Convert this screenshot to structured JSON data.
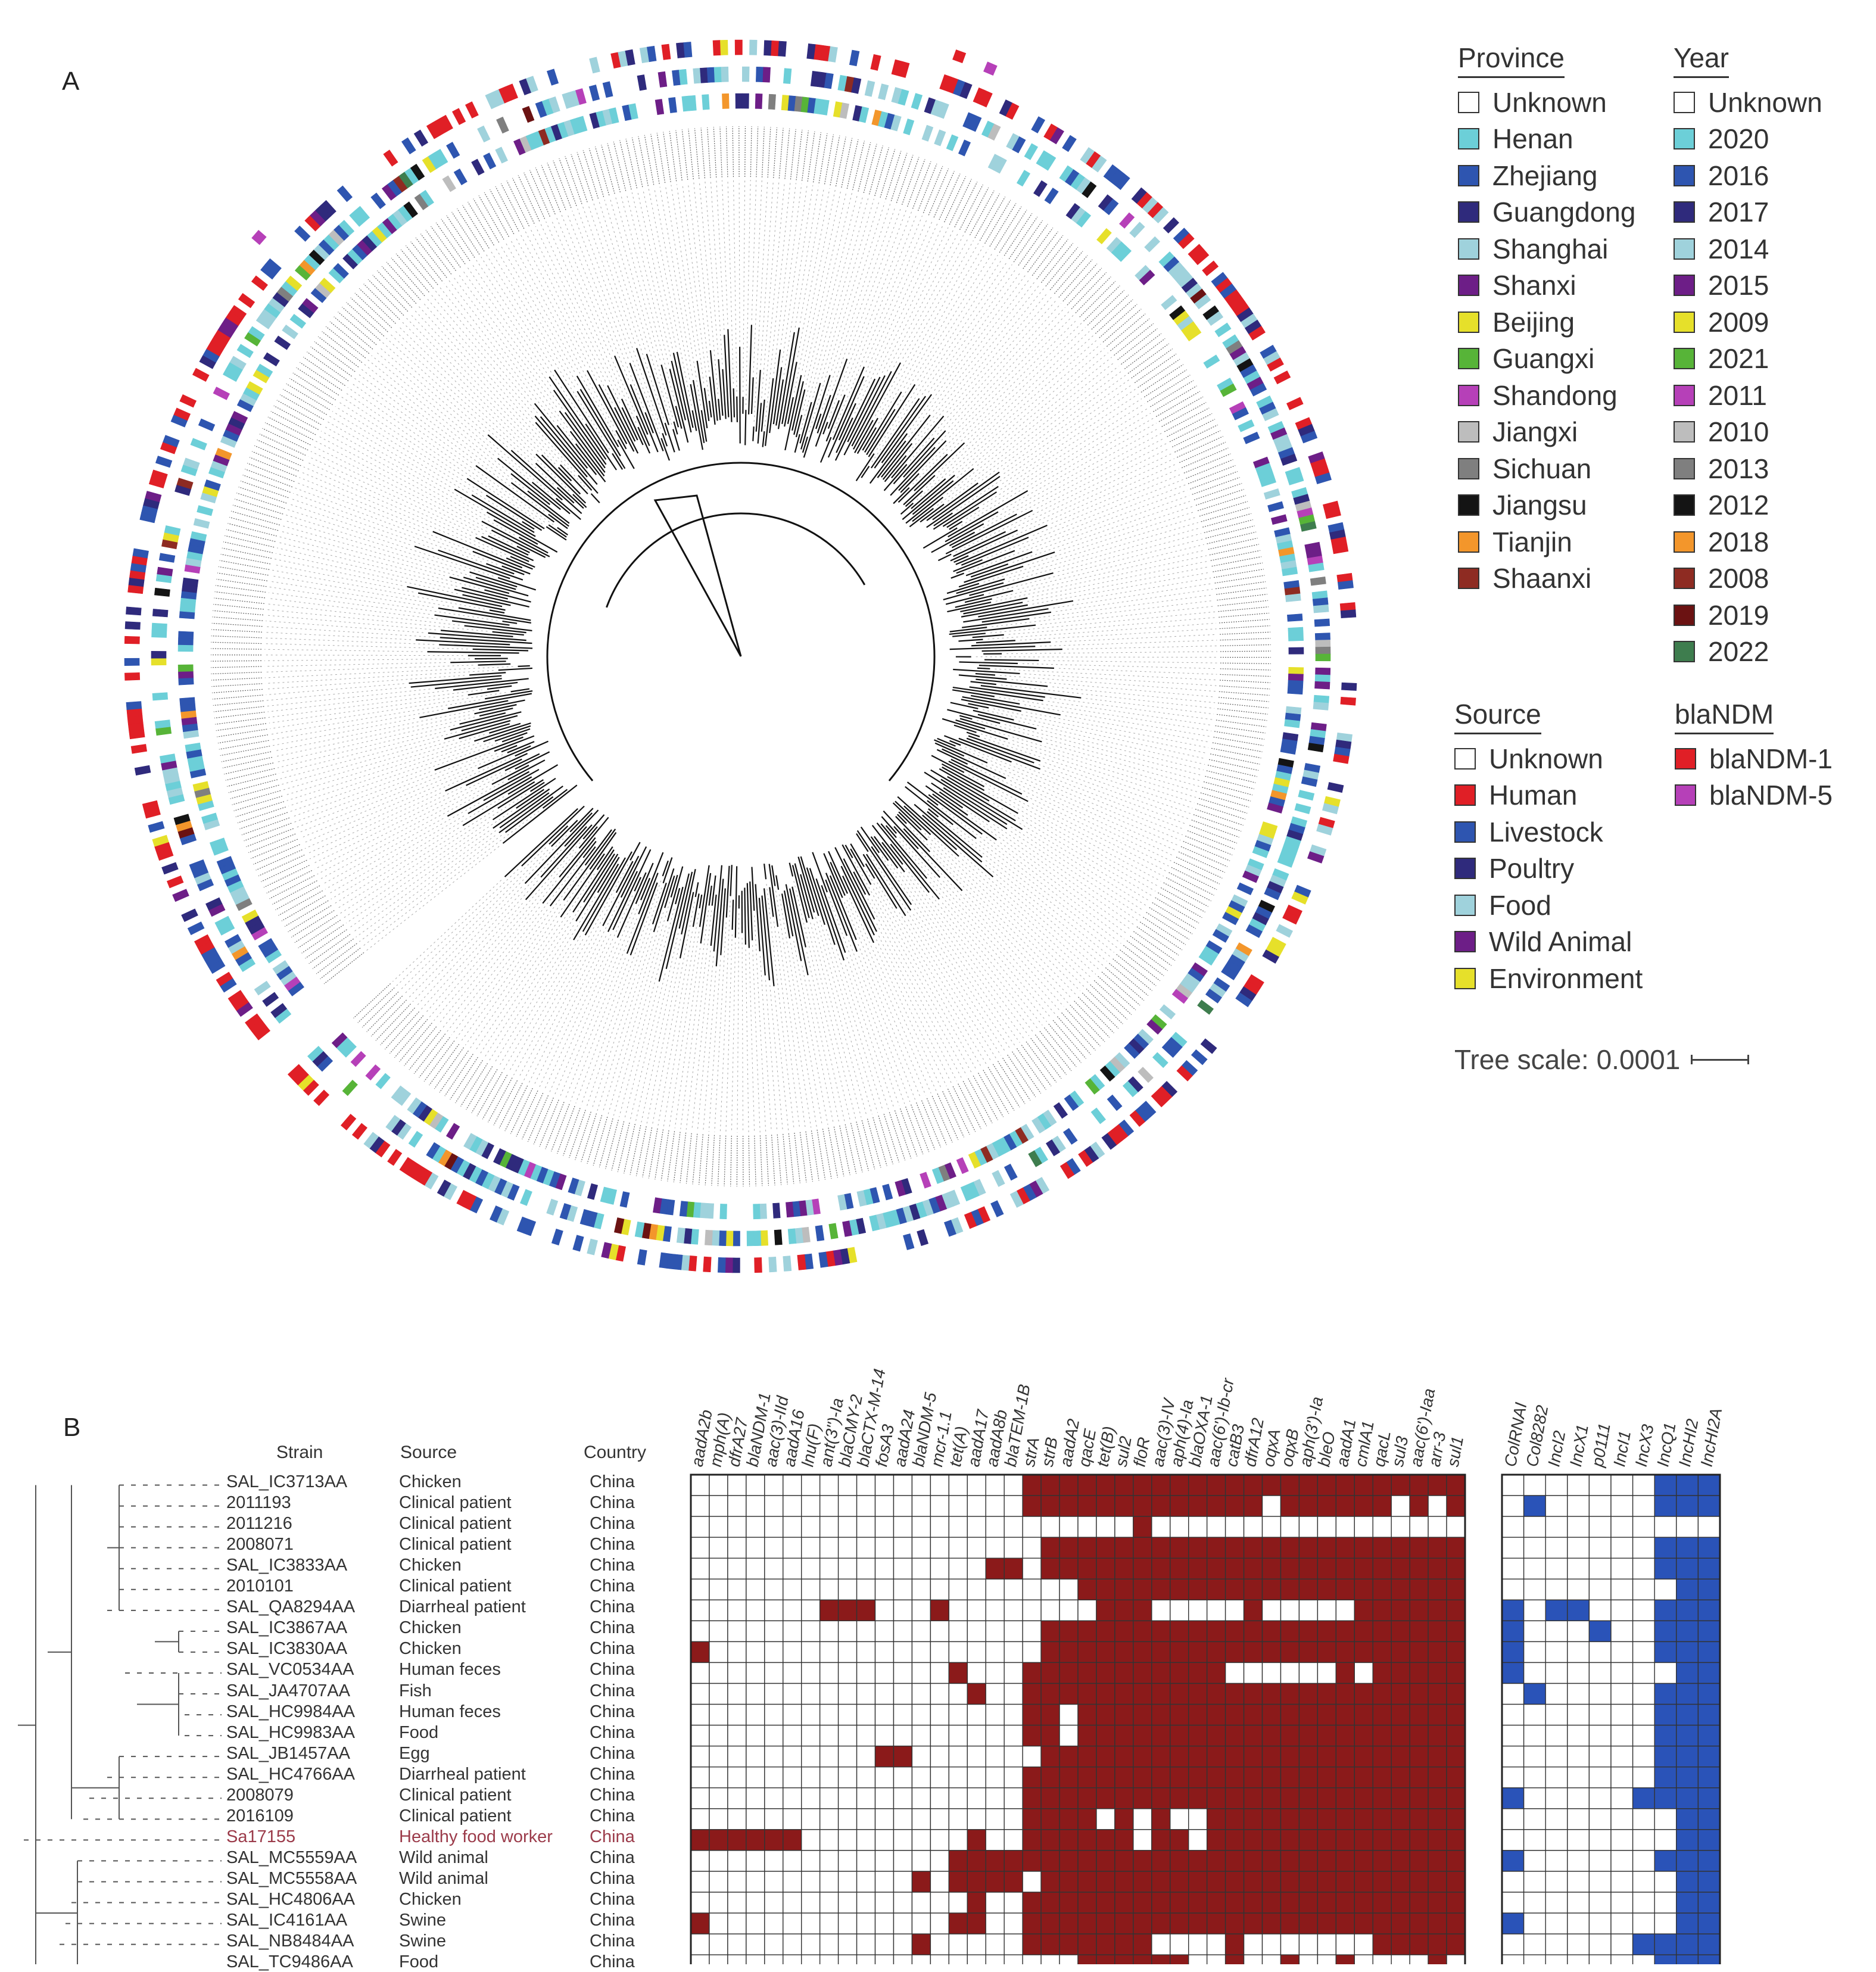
{
  "panels": {
    "a": "A",
    "b": "B"
  },
  "colors": {
    "resistant": "#8b1a1a",
    "plasmid": "#2a53b8",
    "human": "#e01f26",
    "highlight": "#9b3b4a"
  },
  "legend": {
    "province": {
      "title": "Province",
      "items": [
        {
          "label": "Unknown",
          "color": "#ffffff"
        },
        {
          "label": "Henan",
          "color": "#6ccfd8"
        },
        {
          "label": "Zhejiang",
          "color": "#2e55b0"
        },
        {
          "label": "Guangdong",
          "color": "#2f2a7c"
        },
        {
          "label": "Shanghai",
          "color": "#9fd2dc"
        },
        {
          "label": "Shanxi",
          "color": "#6d1e87"
        },
        {
          "label": "Beijing",
          "color": "#e6e02a"
        },
        {
          "label": "Guangxi",
          "color": "#57b438"
        },
        {
          "label": "Shandong",
          "color": "#b640b8"
        },
        {
          "label": "Jiangxi",
          "color": "#bdbdbd"
        },
        {
          "label": "Sichuan",
          "color": "#7f7f7f"
        },
        {
          "label": "Jiangsu",
          "color": "#141414"
        },
        {
          "label": "Tianjin",
          "color": "#f3962b"
        },
        {
          "label": "Shaanxi",
          "color": "#8e2b22"
        }
      ]
    },
    "year": {
      "title": "Year",
      "items": [
        {
          "label": "Unknown",
          "color": "#ffffff"
        },
        {
          "label": "2020",
          "color": "#6ccfd8"
        },
        {
          "label": "2016",
          "color": "#2e55b0"
        },
        {
          "label": "2017",
          "color": "#2f2a7c"
        },
        {
          "label": "2014",
          "color": "#9fd2dc"
        },
        {
          "label": "2015",
          "color": "#6d1e87"
        },
        {
          "label": "2009",
          "color": "#e6e02a"
        },
        {
          "label": "2021",
          "color": "#57b438"
        },
        {
          "label": "2011",
          "color": "#b640b8"
        },
        {
          "label": "2010",
          "color": "#bdbdbd"
        },
        {
          "label": "2013",
          "color": "#7f7f7f"
        },
        {
          "label": "2012",
          "color": "#141414"
        },
        {
          "label": "2018",
          "color": "#f3962b"
        },
        {
          "label": "2008",
          "color": "#8e2b22"
        },
        {
          "label": "2019",
          "color": "#6b1212"
        },
        {
          "label": "2022",
          "color": "#3e7d4e"
        }
      ]
    },
    "source": {
      "title": "Source",
      "items": [
        {
          "label": "Unknown",
          "color": "#ffffff"
        },
        {
          "label": "Human",
          "color": "#e01f26"
        },
        {
          "label": "Livestock",
          "color": "#2e55b0"
        },
        {
          "label": "Poultry",
          "color": "#2f2a7c"
        },
        {
          "label": "Food",
          "color": "#9fd2dc"
        },
        {
          "label": "Wild Animal",
          "color": "#6d1e87"
        },
        {
          "label": "Environment",
          "color": "#e6e02a"
        }
      ]
    },
    "blandm": {
      "title": "blaNDM",
      "items": [
        {
          "label": "blaNDM-1",
          "color": "#e01f26"
        },
        {
          "label": "blaNDM-5",
          "color": "#b640b8"
        }
      ]
    }
  },
  "tree_scale": "Tree scale: 0.0001",
  "panel_b": {
    "headers": {
      "strain": "Strain",
      "source": "Source",
      "country": "Country"
    },
    "genes": [
      "aadA2b",
      "mph(A)",
      "dfrA27",
      "blaNDM-1",
      "aac(3)-IId",
      "aadA16",
      "lnu(F)",
      "ant(3'')-Ia",
      "blaCMY-2",
      "blaCTX-M-14",
      "fosA3",
      "aadA24",
      "blaNDM-5",
      "mcr-1.1",
      "tet(A)",
      "aadA17",
      "aadA8b",
      "blaTEM-1B",
      "strA",
      "strB",
      "aadA2",
      "qacE",
      "tet(B)",
      "sul2",
      "floR",
      "aac(3)-IV",
      "aph(4)-Ia",
      "blaOXA-1",
      "aac(6')-Ib-cr",
      "catB3",
      "dfrA12",
      "oqxA",
      "oqxB",
      "aph(3')-Ia",
      "bleO",
      "aadA1",
      "cmlA1",
      "qacL",
      "sul3",
      "aac(6')-Iaa",
      "arr-3",
      "sul1"
    ],
    "plasmids": [
      "ColRNAI",
      "Col8282",
      "IncI2",
      "IncX1",
      "p0111",
      "IncI1",
      "IncX3",
      "IncQ1",
      "IncHI2",
      "IncHI2A"
    ],
    "rows": [
      {
        "strain": "SAL_IC3713AA",
        "source": "Chicken",
        "country": "China"
      },
      {
        "strain": "2011193",
        "source": "Clinical patient",
        "country": "China"
      },
      {
        "strain": "2011216",
        "source": "Clinical patient",
        "country": "China"
      },
      {
        "strain": "2008071",
        "source": "Clinical patient",
        "country": "China"
      },
      {
        "strain": "SAL_IC3833AA",
        "source": "Chicken",
        "country": "China"
      },
      {
        "strain": "2010101",
        "source": "Clinical patient",
        "country": "China"
      },
      {
        "strain": "SAL_QA8294AA",
        "source": "Diarrheal patient",
        "country": "China"
      },
      {
        "strain": "SAL_IC3867AA",
        "source": "Chicken",
        "country": "China"
      },
      {
        "strain": "SAL_IC3830AA",
        "source": "Chicken",
        "country": "China"
      },
      {
        "strain": "SAL_VC0534AA",
        "source": "Human feces",
        "country": "China"
      },
      {
        "strain": "SAL_JA4707AA",
        "source": "Fish",
        "country": "China"
      },
      {
        "strain": "SAL_HC9984AA",
        "source": "Human feces",
        "country": "China"
      },
      {
        "strain": "SAL_HC9983AA",
        "source": "Food",
        "country": "China"
      },
      {
        "strain": "SAL_JB1457AA",
        "source": "Egg",
        "country": "China"
      },
      {
        "strain": "SAL_HC4766AA",
        "source": "Diarrheal patient",
        "country": "China"
      },
      {
        "strain": "2008079",
        "source": "Clinical patient",
        "country": "China"
      },
      {
        "strain": "2016109",
        "source": "Clinical patient",
        "country": "China"
      },
      {
        "strain": "Sa17155",
        "source": "Healthy food worker",
        "country": "China",
        "highlight": true
      },
      {
        "strain": "SAL_MC5559AA",
        "source": "Wild animal",
        "country": "China"
      },
      {
        "strain": "SAL_MC5558AA",
        "source": "Wild animal",
        "country": "China"
      },
      {
        "strain": "SAL_HC4806AA",
        "source": "Chicken",
        "country": "China"
      },
      {
        "strain": "SAL_IC4161AA",
        "source": "Swine",
        "country": "China"
      },
      {
        "strain": "SAL_NB8484AA",
        "source": "Swine",
        "country": "China"
      },
      {
        "strain": "SAL_TC9486AA",
        "source": "Food",
        "country": "China"
      }
    ],
    "gene_matrix": [
      "000000000000000000111111111111111111111111",
      "000000000000000000111111111111101111110101",
      "000000000000000000000000100000000000000000",
      "000000000000000000011111111111111111111111",
      "000000000000000011011111111111111111111111",
      "000000000000000000000111111111111111111111",
      "000000011100010000000011100000100000111111",
      "000000000000000000011111111111111111111111",
      "100000000000000000011111111111111111111111",
      "000000000000001000111111111110000001011111",
      "000000000000000100111111111111111111111111",
      "000000000000000000110111111111111111111111",
      "000000000000000000110111111111111111111111",
      "000000000011000000011111111111111111111111",
      "000000000000000000111111111111111111111111",
      "000000000000000000111111111111111111111111",
      "000000000000000000111101010011111111111111",
      "111111000000000100111111011011111111111111",
      "000000000000001111111111111111111111111111",
      "000000000000101111011111111111111111111111",
      "000000000000000100111111111111111111111111",
      "100000000000001100111111111111111111111111",
      "000000000000100000111111100001000000011111",
      "000000000000000000000111111001001001000010"
    ],
    "plasmid_matrix": [
      "0000000111",
      "0100000111",
      "0000000000",
      "0000000111",
      "0000000111",
      "0000000011",
      "1011000111",
      "1000100111",
      "1000000111",
      "1000000011",
      "0100000111",
      "0000000111",
      "0000000111",
      "0000000111",
      "0000000111",
      "1000001111",
      "0000000011",
      "0000000011",
      "1000000111",
      "0000000011",
      "0000000011",
      "1000000011",
      "0000001111",
      "0000000111"
    ]
  }
}
